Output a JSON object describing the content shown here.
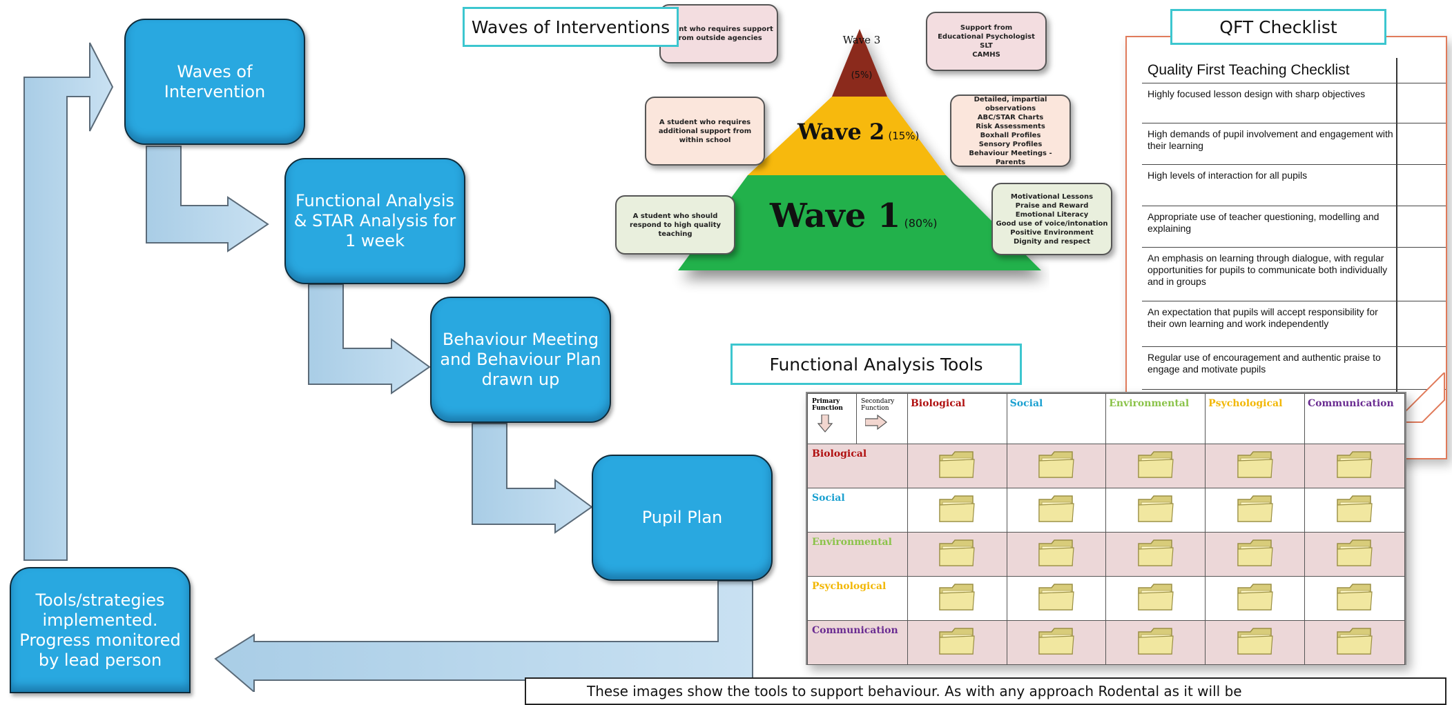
{
  "flow": {
    "step1": "Waves of Intervention",
    "step2": "Functional Analysis & STAR Analysis for 1 week",
    "step3": "Behaviour Meeting and Behaviour Plan drawn up",
    "step4": "Pupil Plan",
    "step5": "Tools/strategies implemented. Progress monitored by lead person"
  },
  "waves": {
    "label": "Waves of Interventions",
    "wave3": {
      "name": "Wave 3",
      "pct": "(5%)"
    },
    "wave2": {
      "name": "Wave 2",
      "pct": "(15%)"
    },
    "wave1": {
      "name": "Wave 1",
      "pct": "(80%)"
    },
    "left_callouts": [
      "udent who requires support from outside agencies",
      "A student who requires additional support from within school",
      "A student who should respond to high quality teaching"
    ],
    "right_callouts": {
      "wave3": [
        "Support from",
        "Educational Psychologist",
        "SLT",
        "CAMHS"
      ],
      "wave2": [
        "Detailed, impartial observations",
        "ABC/STAR Charts",
        "Risk Assessments",
        "Boxhall Profiles",
        "Sensory Profiles",
        "Behaviour Meetings - Parents"
      ],
      "wave1": [
        "Motivational Lessons",
        "Praise and Reward",
        "Emotional Literacy",
        "Good use of voice/intonation",
        "Positive Environment",
        "Dignity and respect"
      ]
    },
    "colors": {
      "wave3": "#8b2a1c",
      "wave2": "#f7b90f",
      "wave1": "#22b14c"
    }
  },
  "qft": {
    "label": "QFT Checklist",
    "title": "Quality First Teaching Checklist",
    "items": [
      "Highly focused lesson design with sharp objectives",
      "High demands of pupil involvement and engagement with their learning",
      "High levels of interaction for all pupils",
      "Appropriate use of teacher questioning, modelling and explaining",
      "An emphasis on learning through dialogue, with regular opportunities for pupils to communicate both individually and in groups",
      "An expectation that pupils will accept responsibility for their own learning and work independently",
      "Regular use of encouragement and authentic praise to engage and motivate pupils"
    ]
  },
  "fa": {
    "label": "Functional Analysis Tools",
    "primary": "Primary Function",
    "secondary": "Secondary Function",
    "categories": [
      {
        "name": "Biological",
        "color": "#b01010"
      },
      {
        "name": "Social",
        "color": "#1aa0d0"
      },
      {
        "name": "Environmental",
        "color": "#8bc34a"
      },
      {
        "name": "Psychological",
        "color": "#f2b705"
      },
      {
        "name": "Communication",
        "color": "#6a2c91"
      }
    ]
  },
  "caption": "These images show the tools to support behaviour. As with any approach Rodental as it will be"
}
